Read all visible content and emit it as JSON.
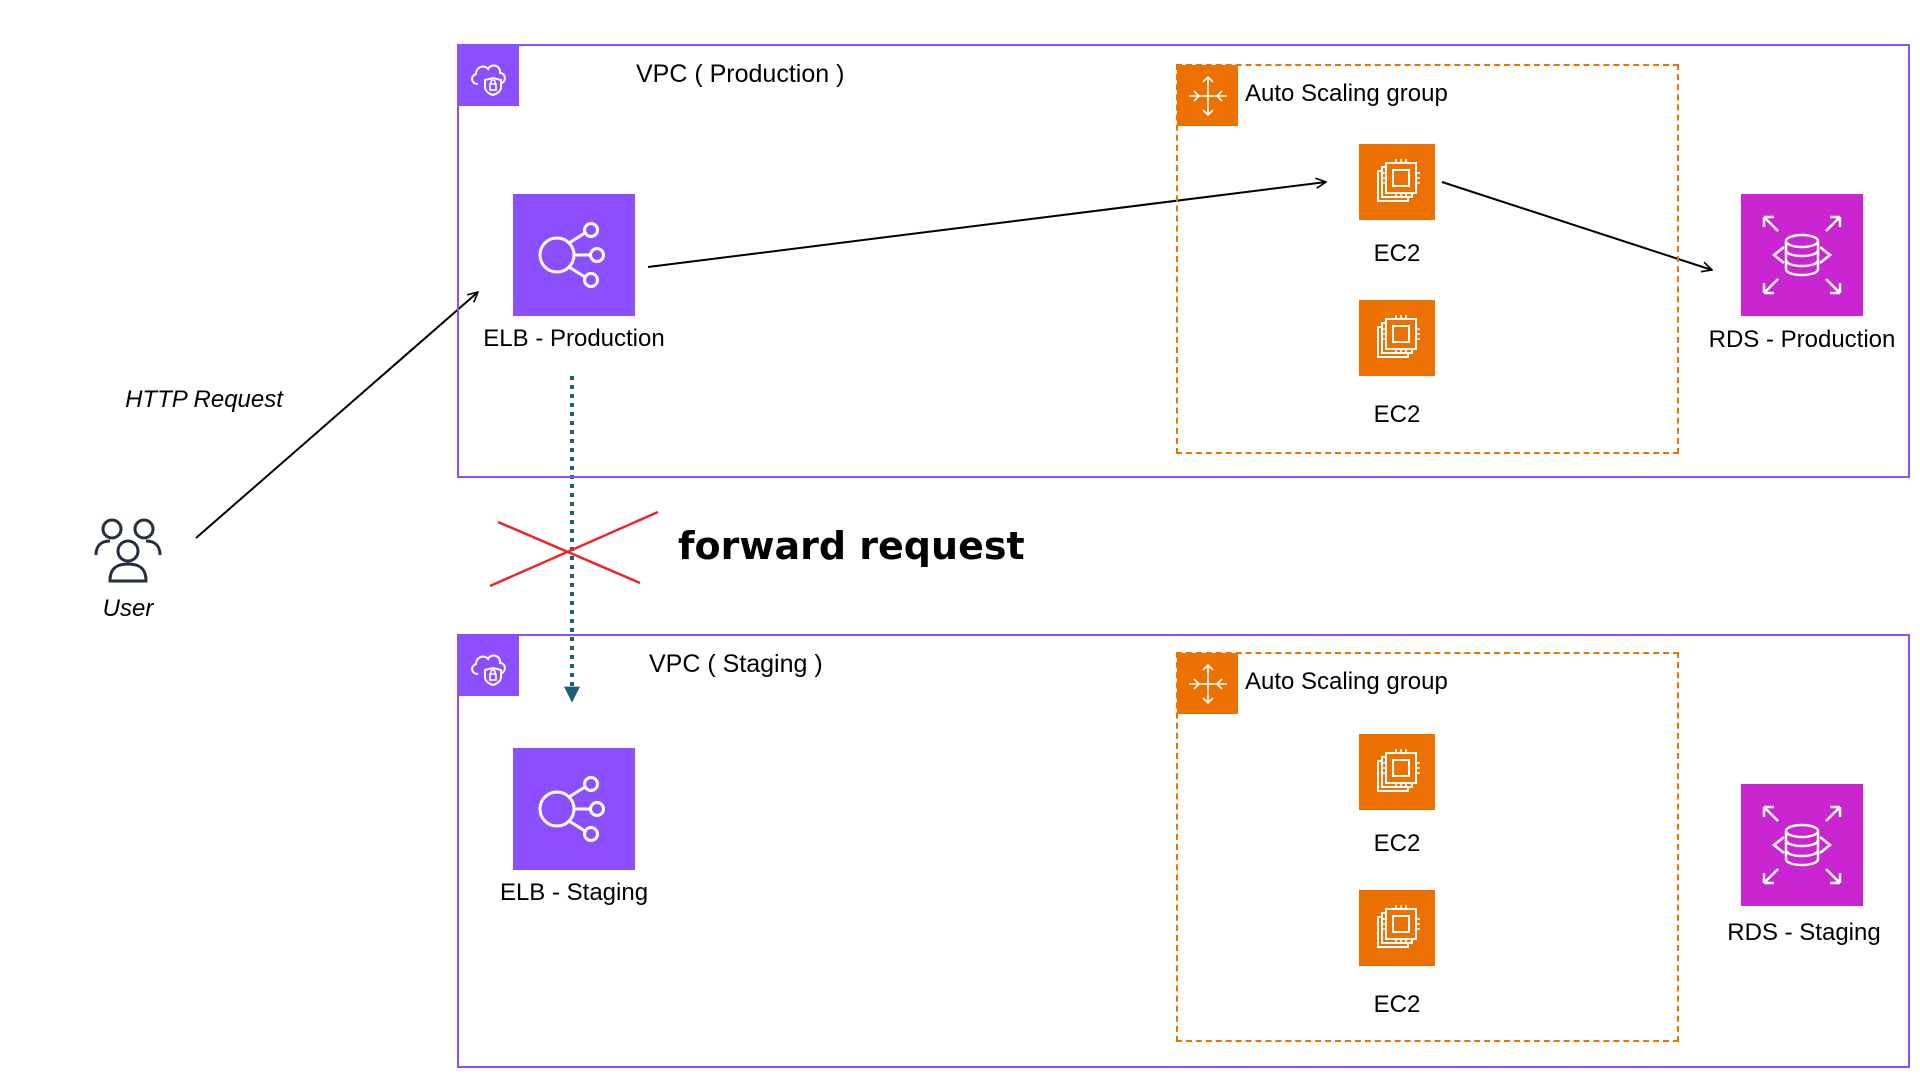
{
  "production": {
    "vpc_title": "VPC ( Production )",
    "asg_title": "Auto Scaling group",
    "elb_label": "ELB - Production",
    "ec2_labels": [
      "EC2",
      "EC2"
    ],
    "rds_label": "RDS - Production"
  },
  "staging": {
    "vpc_title": "VPC ( Staging )",
    "asg_title": "Auto Scaling group",
    "elb_label": "ELB - Staging",
    "ec2_labels": [
      "EC2",
      "EC2"
    ],
    "rds_label": "RDS - Staging"
  },
  "user_label": "User",
  "request_label": "HTTP Request",
  "forward_label": "forward request",
  "icons": {
    "vpc": "vpc-cloud-shield-icon",
    "asg": "auto-scaling-icon",
    "elb": "load-balancer-icon",
    "ec2": "ec2-chip-icon",
    "rds": "rds-database-icon",
    "user": "users-group-icon"
  },
  "colors": {
    "vpc": "#8c4fff",
    "asg": "#ed7100",
    "ec2": "#ed7100",
    "elb": "#8c4fff",
    "rds": "#c925d1",
    "blocked_path": "#1f5f7a",
    "blocked_cross": "#e8262b",
    "connector": "#000000",
    "user_icon": "#232f3e"
  }
}
